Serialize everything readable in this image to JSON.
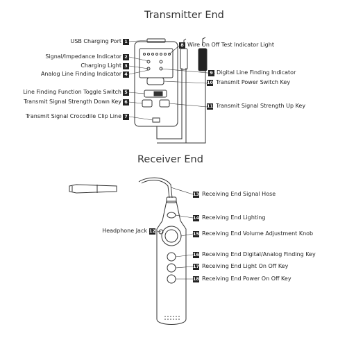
{
  "transmitter": {
    "title": "Transmitter End",
    "labels": [
      {
        "n": "1",
        "text": "USB Charging Port"
      },
      {
        "n": "2",
        "text": "Signal/Impedance Indicator"
      },
      {
        "n": "3",
        "text": "Charging Light"
      },
      {
        "n": "4",
        "text": "Analog Line Finding Indicator"
      },
      {
        "n": "5",
        "text": "Line Finding Function Toggle Switch"
      },
      {
        "n": "6",
        "text": "Transmit Signal Strength Down Key"
      },
      {
        "n": "7",
        "text": "Transmit Signal Crocodile Clip Line"
      },
      {
        "n": "8",
        "text": "Wire On Off Test Indicator Light"
      },
      {
        "n": "9",
        "text": "Digital Line Finding Indicator"
      },
      {
        "n": "10",
        "text": "Transmit Power Switch Key"
      },
      {
        "n": "11",
        "text": "Transmit Signal Strength Up Key"
      }
    ]
  },
  "receiver": {
    "title": "Receiver End",
    "labels": [
      {
        "n": "12",
        "text": "Headphone Jack"
      },
      {
        "n": "13",
        "text": "Receiving End Signal Hose"
      },
      {
        "n": "14",
        "text": "Receiving End Lighting"
      },
      {
        "n": "15",
        "text": "Receiving End Volume Adjustment Knob"
      },
      {
        "n": "16",
        "text": "Receiving End Digital/Analog Finding Key"
      },
      {
        "n": "17",
        "text": "Receiving End Light On Off Key"
      },
      {
        "n": "18",
        "text": "Receiving End Power On Off Key"
      }
    ]
  }
}
